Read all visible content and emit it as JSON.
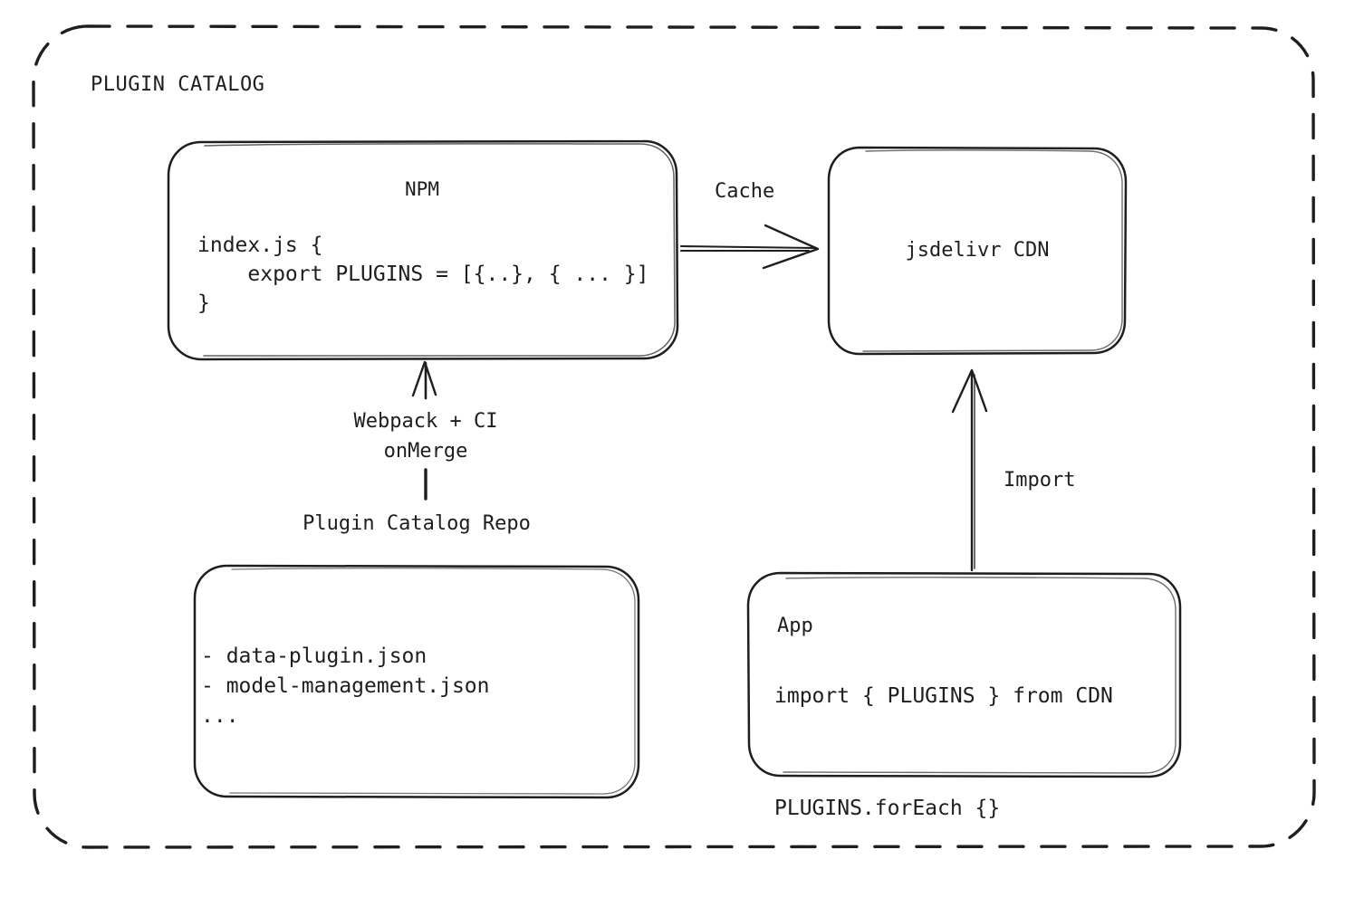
{
  "diagram": {
    "title": "PLUGIN CATALOG",
    "background_color": "#ffffff",
    "stroke_color": "#1e1e1e",
    "nodes": {
      "npm": {
        "title": "NPM",
        "code": "index.js {\n    export PLUGINS = [{..}, { ... }]\n}"
      },
      "cdn": {
        "title": "jsdelivr CDN"
      },
      "repo": {
        "title": "Plugin Catalog Repo",
        "list": "- data-plugin.json\n- model-management.json\n..."
      },
      "app": {
        "title": "App",
        "code": "import { PLUGINS } from CDN\n\nPLUGINS.forEach {}"
      }
    },
    "edges": {
      "cache": {
        "label": "Cache"
      },
      "webpack": {
        "label": "Webpack + CI\nonMerge"
      },
      "import": {
        "label": "Import"
      }
    }
  }
}
